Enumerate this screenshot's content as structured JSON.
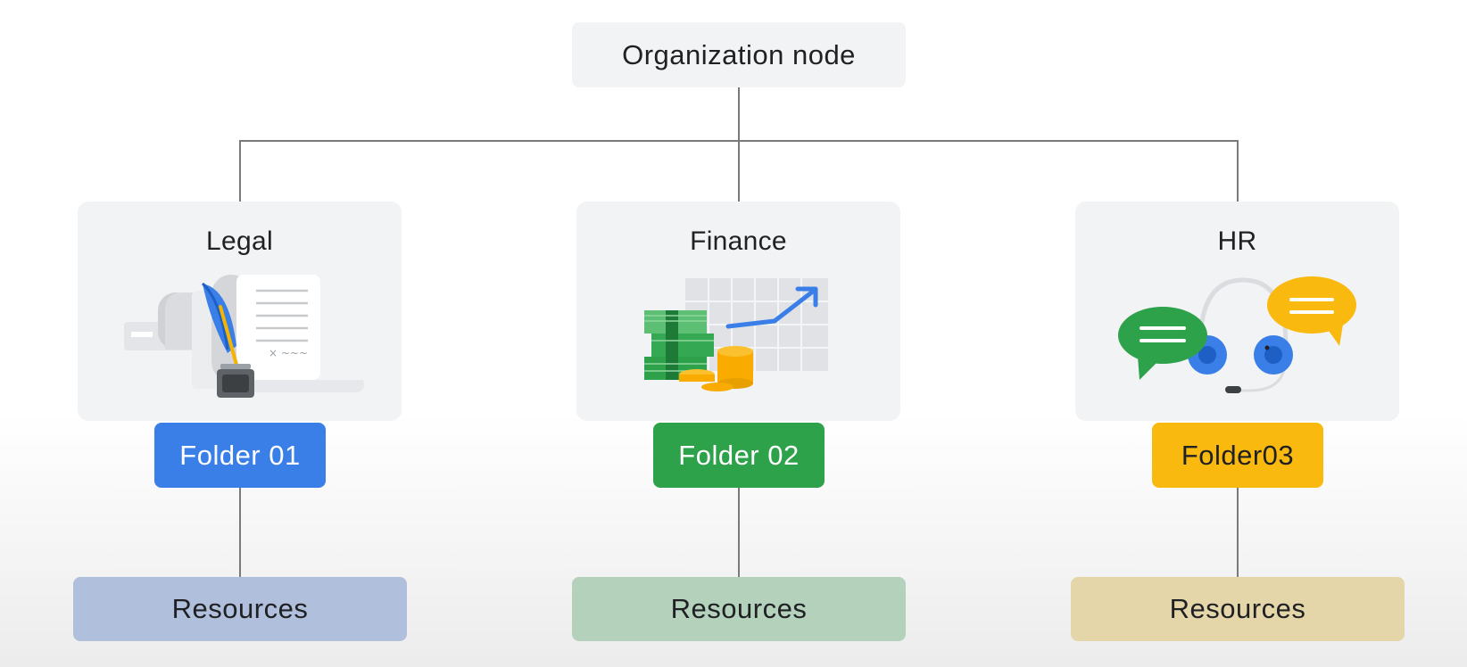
{
  "org_node": {
    "label": "Organization node"
  },
  "departments": [
    {
      "title": "Legal",
      "illustration": "legal-documents-quill-illustration",
      "folder": {
        "label": "Folder 01",
        "color": "#3a7fe8",
        "text_color": "#ffffff"
      },
      "resources": {
        "label": "Resources",
        "color": "#b0bfdc"
      }
    },
    {
      "title": "Finance",
      "illustration": "money-growth-chart-illustration",
      "folder": {
        "label": "Folder 02",
        "color": "#2ea24b",
        "text_color": "#ffffff"
      },
      "resources": {
        "label": "Resources",
        "color": "#b4d1bc"
      }
    },
    {
      "title": "HR",
      "illustration": "headset-chat-bubbles-illustration",
      "folder": {
        "label": "Folder03",
        "color": "#f9b90f",
        "text_color": "#202124"
      },
      "resources": {
        "label": "Resources",
        "color": "#e5d6a9"
      }
    }
  ]
}
